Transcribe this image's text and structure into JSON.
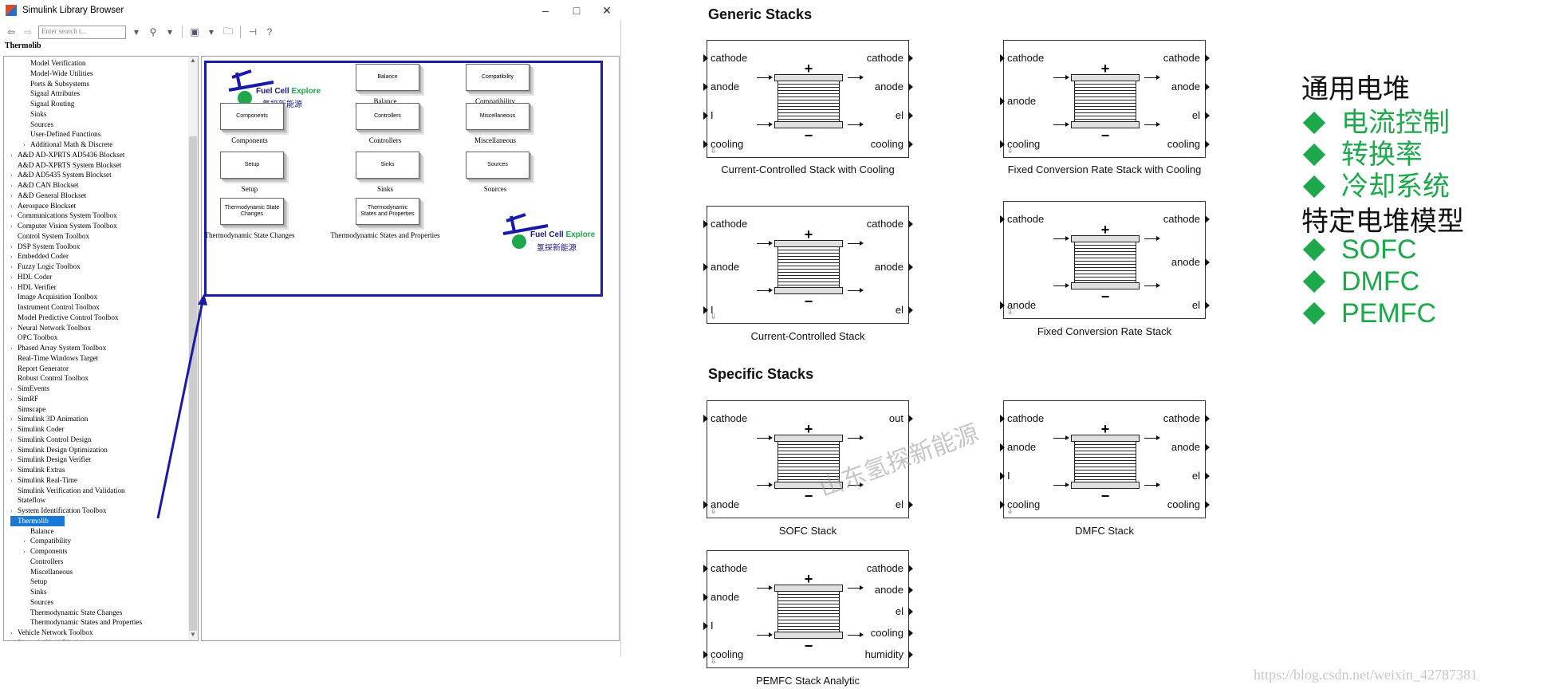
{
  "window": {
    "title": "Simulink Library Browser",
    "search_placeholder": "Enter search t..."
  },
  "breadcrumb": "Thermolib",
  "tree": [
    {
      "label": "Model Verification",
      "level": 1,
      "exp": ""
    },
    {
      "label": "Model-Wide Utilities",
      "level": 1,
      "exp": ""
    },
    {
      "label": "Ports & Subsystems",
      "level": 1,
      "exp": ""
    },
    {
      "label": "Signal Attributes",
      "level": 1,
      "exp": ""
    },
    {
      "label": "Signal Routing",
      "level": 1,
      "exp": ""
    },
    {
      "label": "Sinks",
      "level": 1,
      "exp": ""
    },
    {
      "label": "Sources",
      "level": 1,
      "exp": ""
    },
    {
      "label": "User-Defined Functions",
      "level": 1,
      "exp": ""
    },
    {
      "label": "Additional Math & Discrete",
      "level": 1,
      "exp": ">"
    },
    {
      "label": "A&D AD-XPRTS AD5436 Blockset",
      "level": 0,
      "exp": ">"
    },
    {
      "label": "A&D AD-XPRTS System Blockset",
      "level": 0,
      "exp": ""
    },
    {
      "label": "A&D AD5435 System Blockset",
      "level": 0,
      "exp": ">"
    },
    {
      "label": "A&D CAN Blockset",
      "level": 0,
      "exp": ">"
    },
    {
      "label": "A&D General Blockset",
      "level": 0,
      "exp": ">"
    },
    {
      "label": "Aerospace Blockset",
      "level": 0,
      "exp": ">"
    },
    {
      "label": "Communications System Toolbox",
      "level": 0,
      "exp": ">"
    },
    {
      "label": "Computer Vision System Toolbox",
      "level": 0,
      "exp": ">"
    },
    {
      "label": "Control System Toolbox",
      "level": 0,
      "exp": ""
    },
    {
      "label": "DSP System Toolbox",
      "level": 0,
      "exp": ">"
    },
    {
      "label": "Embedded Coder",
      "level": 0,
      "exp": ">"
    },
    {
      "label": "Fuzzy Logic Toolbox",
      "level": 0,
      "exp": ">"
    },
    {
      "label": "HDL Coder",
      "level": 0,
      "exp": ">"
    },
    {
      "label": "HDL Verifier",
      "level": 0,
      "exp": ">"
    },
    {
      "label": "Image Acquisition Toolbox",
      "level": 0,
      "exp": ""
    },
    {
      "label": "Instrument Control Toolbox",
      "level": 0,
      "exp": ""
    },
    {
      "label": "Model Predictive Control Toolbox",
      "level": 0,
      "exp": ""
    },
    {
      "label": "Neural Network Toolbox",
      "level": 0,
      "exp": ">"
    },
    {
      "label": "OPC Toolbox",
      "level": 0,
      "exp": ""
    },
    {
      "label": "Phased Array System Toolbox",
      "level": 0,
      "exp": ">"
    },
    {
      "label": "Real-Time Windows Target",
      "level": 0,
      "exp": ""
    },
    {
      "label": "Report Generator",
      "level": 0,
      "exp": ""
    },
    {
      "label": "Robust Control Toolbox",
      "level": 0,
      "exp": ""
    },
    {
      "label": "SimEvents",
      "level": 0,
      "exp": ">"
    },
    {
      "label": "SimRF",
      "level": 0,
      "exp": ">"
    },
    {
      "label": "Simscape",
      "level": 0,
      "exp": ""
    },
    {
      "label": "Simulink 3D Animation",
      "level": 0,
      "exp": ">"
    },
    {
      "label": "Simulink Coder",
      "level": 0,
      "exp": ">"
    },
    {
      "label": "Simulink Control Design",
      "level": 0,
      "exp": ">"
    },
    {
      "label": "Simulink Design Optimization",
      "level": 0,
      "exp": ">"
    },
    {
      "label": "Simulink Design Verifier",
      "level": 0,
      "exp": ">"
    },
    {
      "label": "Simulink Extras",
      "level": 0,
      "exp": ">"
    },
    {
      "label": "Simulink Real-Time",
      "level": 0,
      "exp": ">"
    },
    {
      "label": "Simulink Verification and Validation",
      "level": 0,
      "exp": ""
    },
    {
      "label": "Stateflow",
      "level": 0,
      "exp": ""
    },
    {
      "label": "System Identification Toolbox",
      "level": 0,
      "exp": ">"
    },
    {
      "label": "Thermolib",
      "level": 0,
      "exp": "v",
      "selected": true
    },
    {
      "label": "Balance",
      "level": 1,
      "exp": ""
    },
    {
      "label": "Compatibility",
      "level": 1,
      "exp": ">"
    },
    {
      "label": "Components",
      "level": 1,
      "exp": ">"
    },
    {
      "label": "Controllers",
      "level": 1,
      "exp": ""
    },
    {
      "label": "Miscellaneous",
      "level": 1,
      "exp": ""
    },
    {
      "label": "Setup",
      "level": 1,
      "exp": ""
    },
    {
      "label": "Sinks",
      "level": 1,
      "exp": ""
    },
    {
      "label": "Sources",
      "level": 1,
      "exp": ""
    },
    {
      "label": "Thermodynamic State Changes",
      "level": 1,
      "exp": ""
    },
    {
      "label": "Thermodynamic States and Properties",
      "level": 1,
      "exp": ""
    },
    {
      "label": "Vehicle Network Toolbox",
      "level": 0,
      "exp": ">"
    },
    {
      "label": "Recently Used Blocks",
      "level": 0,
      "exp": ""
    }
  ],
  "libraries": {
    "balance": {
      "box": "Balance",
      "caption": "Balance"
    },
    "compatibility": {
      "box": "Compatibility",
      "caption": "Compatibility"
    },
    "components": {
      "box": "Components",
      "caption": "Components"
    },
    "controllers": {
      "box": "Controllers",
      "caption": "Controllers"
    },
    "miscellaneous": {
      "box": "Miscellaneous",
      "caption": "Miscellaneous"
    },
    "setup": {
      "box": "Setup",
      "caption": "Setup"
    },
    "sinks": {
      "box": "Sinks",
      "caption": "Sinks"
    },
    "sources": {
      "box": "Sources",
      "caption": "Sources"
    },
    "state_changes": {
      "box": "Thermodynamic State Changes",
      "caption": "Thermodynamic State Changes"
    },
    "states_props": {
      "box": "Thermodynamic States and Properties",
      "caption": "Thermodynamic States and Properties"
    }
  },
  "logo": {
    "en_a": "Fuel Cell ",
    "en_b": "Explore",
    "cn": "氢探新能源"
  },
  "headings": {
    "generic": "Generic Stacks",
    "specific": "Specific Stacks"
  },
  "blocks": {
    "ccsc": {
      "caption": "Current-Controlled Stack with Cooling",
      "left": [
        "cathode",
        "anode",
        "I",
        "cooling"
      ],
      "right": [
        "cathode",
        "anode",
        "el",
        "cooling"
      ]
    },
    "fcrsc": {
      "caption": "Fixed Conversion Rate Stack with Cooling",
      "left": [
        "cathode",
        "anode",
        "cooling"
      ],
      "right": [
        "cathode",
        "anode",
        "el",
        "cooling"
      ]
    },
    "ccs": {
      "caption": "Current-Controlled Stack",
      "left": [
        "cathode",
        "anode",
        "I"
      ],
      "right": [
        "cathode",
        "anode",
        "el"
      ]
    },
    "fcrs": {
      "caption": "Fixed Conversion Rate Stack",
      "left": [
        "cathode",
        "anode"
      ],
      "right": [
        "cathode",
        "anode",
        "el"
      ]
    },
    "sofc": {
      "caption": "SOFC Stack",
      "left": [
        "cathode",
        "anode"
      ],
      "right": [
        "out",
        "el"
      ]
    },
    "dmfc": {
      "caption": "DMFC Stack",
      "left": [
        "cathode",
        "anode",
        "I",
        "cooling"
      ],
      "right": [
        "cathode",
        "anode",
        "el",
        "cooling"
      ]
    },
    "pemfc": {
      "caption": "PEMFC Stack Analytic",
      "left": [
        "cathode",
        "anode",
        "I",
        "cooling"
      ],
      "right": [
        "cathode",
        "anode",
        "el",
        "cooling",
        "humidity"
      ]
    }
  },
  "stack_signs": {
    "plus": "+",
    "minus": "−"
  },
  "watermark": "山东氢探新能源",
  "notes": {
    "h1": "通用电堆",
    "i1": "电流控制",
    "i2": "转换率",
    "i3": "冷却系统",
    "h2": "特定电堆模型",
    "i4": "SOFC",
    "i5": "DMFC",
    "i6": "PEMFC"
  },
  "footer_url": "https://blog.csdn.net/weixin_42787381",
  "colors": {
    "accent_blue": "#1a1aa8",
    "note_green": "#1ca84b",
    "tree_selected": "#1879d6"
  }
}
